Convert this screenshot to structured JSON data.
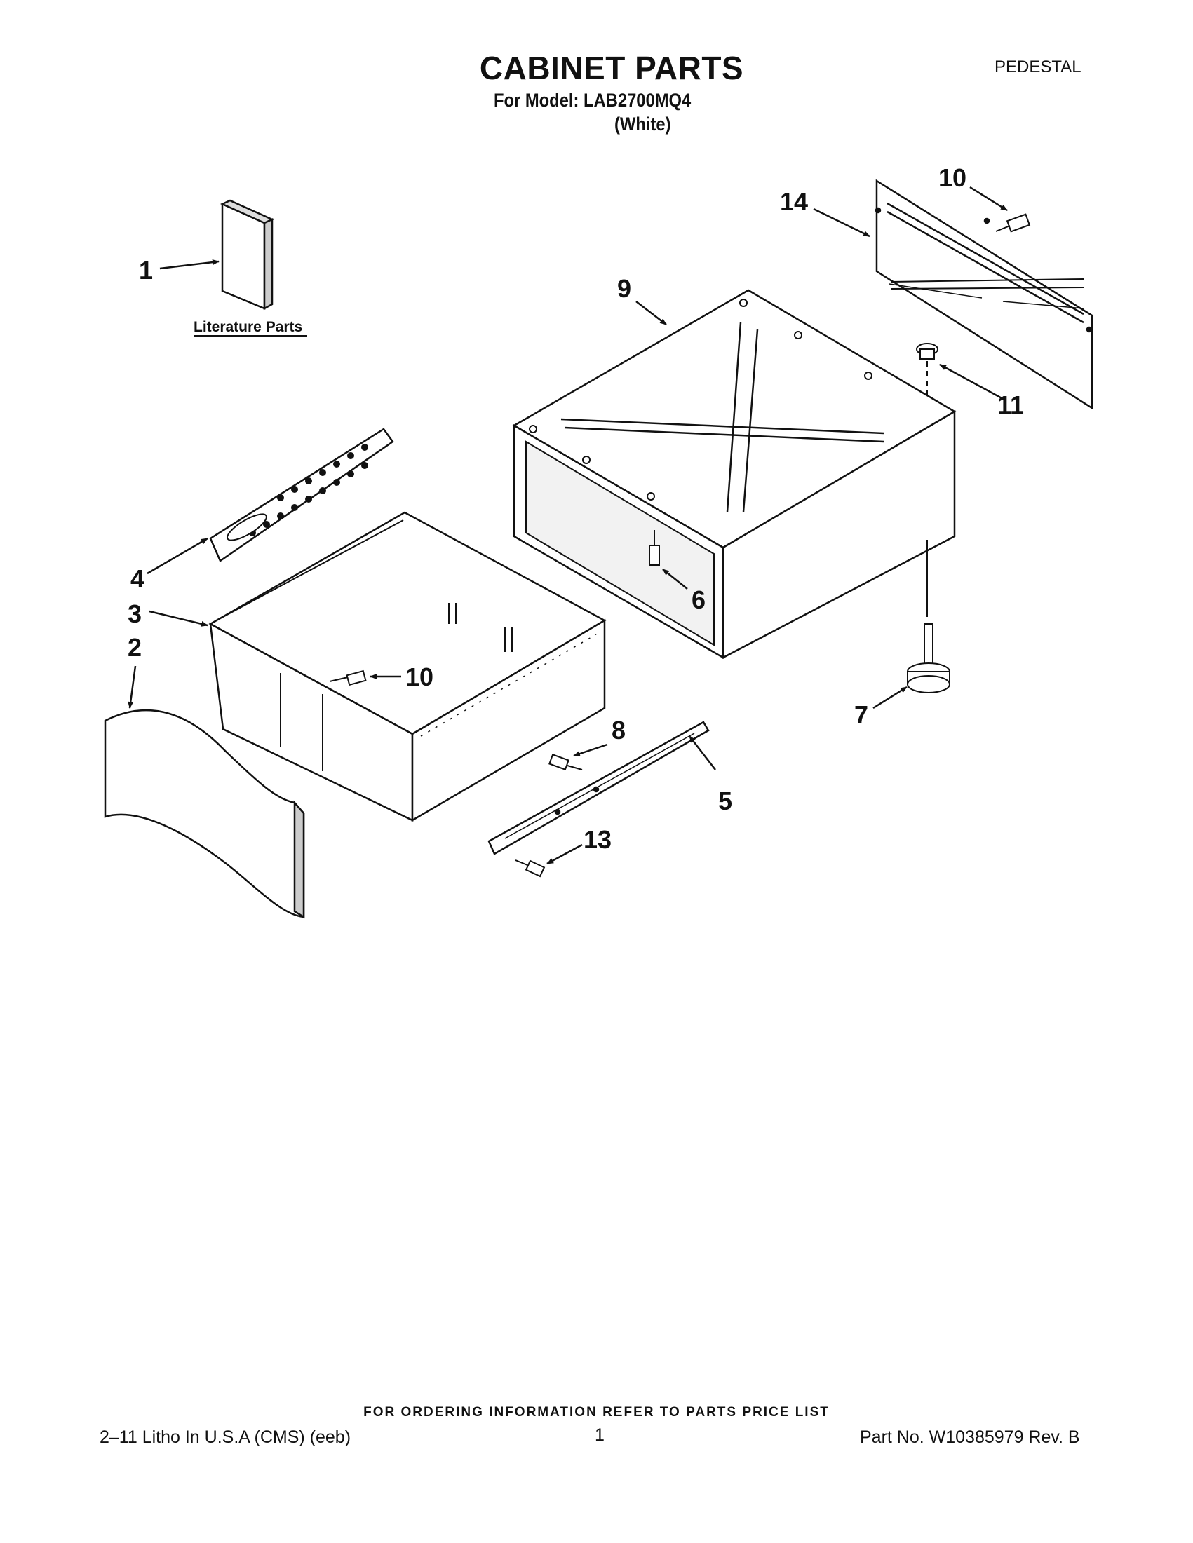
{
  "header": {
    "title": "CABINET PARTS",
    "section": "PEDESTAL",
    "model_line": "For Model: LAB2700MQ4",
    "color_line": "(White)"
  },
  "diagram": {
    "literature_label": "Literature Parts",
    "callouts": [
      "1",
      "2",
      "3",
      "4",
      "5",
      "6",
      "7",
      "8",
      "9",
      "10",
      "10",
      "11",
      "13",
      "14"
    ]
  },
  "footer": {
    "ordering_note": "FOR ORDERING INFORMATION REFER TO PARTS PRICE LIST",
    "litho": "2–11 Litho In U.S.A (CMS) (eeb)",
    "page": "1",
    "part_no": "Part No. W10385979 Rev. B"
  }
}
